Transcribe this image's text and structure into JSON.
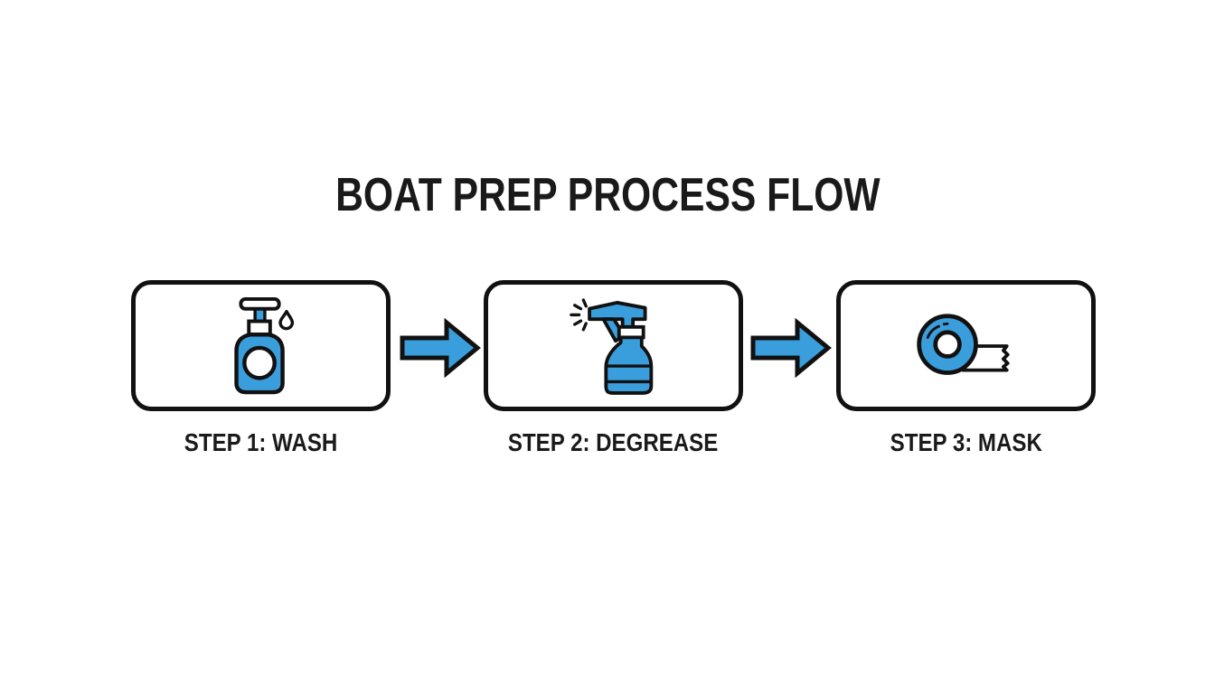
{
  "title": "BOAT PREP PROCESS FLOW",
  "colors": {
    "accent_blue": "#3B9EDC",
    "outline_black": "#111111",
    "text_black": "#1A1A1A",
    "background": "#FFFFFF"
  },
  "steps": [
    {
      "label": "STEP 1: WASH",
      "icon": "soap-pump-bottle-icon"
    },
    {
      "label": "STEP 2: DEGREASE",
      "icon": "spray-bottle-icon"
    },
    {
      "label": "STEP 3: MASK",
      "icon": "masking-tape-roll-icon"
    }
  ],
  "connectors": [
    {
      "icon": "arrow-right-icon"
    },
    {
      "icon": "arrow-right-icon"
    }
  ]
}
